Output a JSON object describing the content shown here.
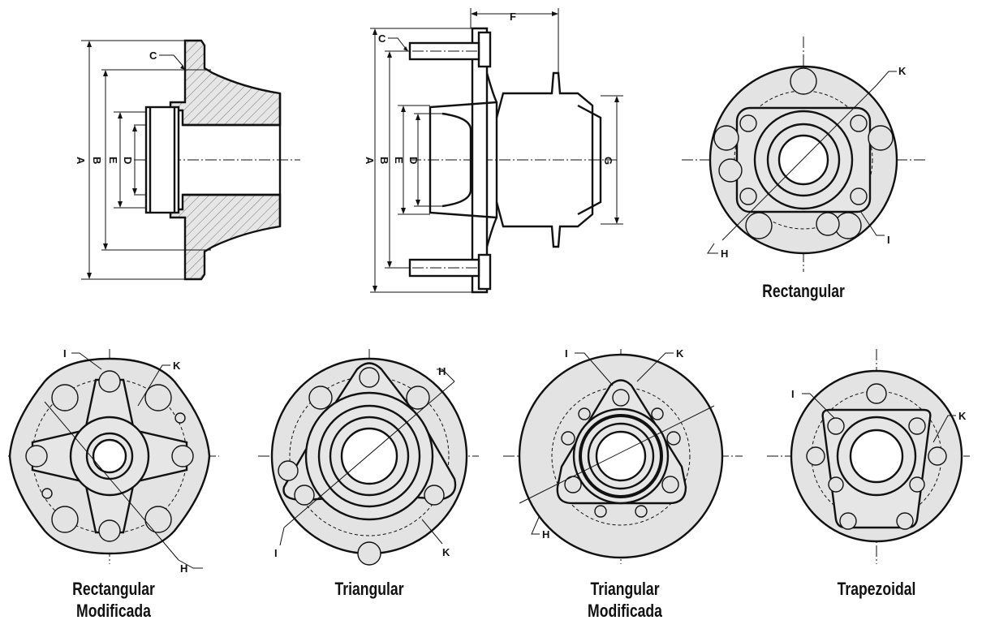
{
  "labels": {
    "A": "A",
    "B": "B",
    "C": "C",
    "D": "D",
    "E": "E",
    "F": "F",
    "G": "G",
    "H": "H",
    "I": "I",
    "K": "K"
  },
  "captions": {
    "rectangular": "Rectangular",
    "rectangular_mod_1": "Rectangular",
    "rectangular_mod_2": "Modificada",
    "triangular": "Triangular",
    "triangular_mod_1": "Triangular",
    "triangular_mod_2": "Modificada",
    "trapezoidal": "Trapezoidal"
  },
  "colors": {
    "fill": "#e3e3e3",
    "line": "#111111",
    "background": "#ffffff"
  }
}
